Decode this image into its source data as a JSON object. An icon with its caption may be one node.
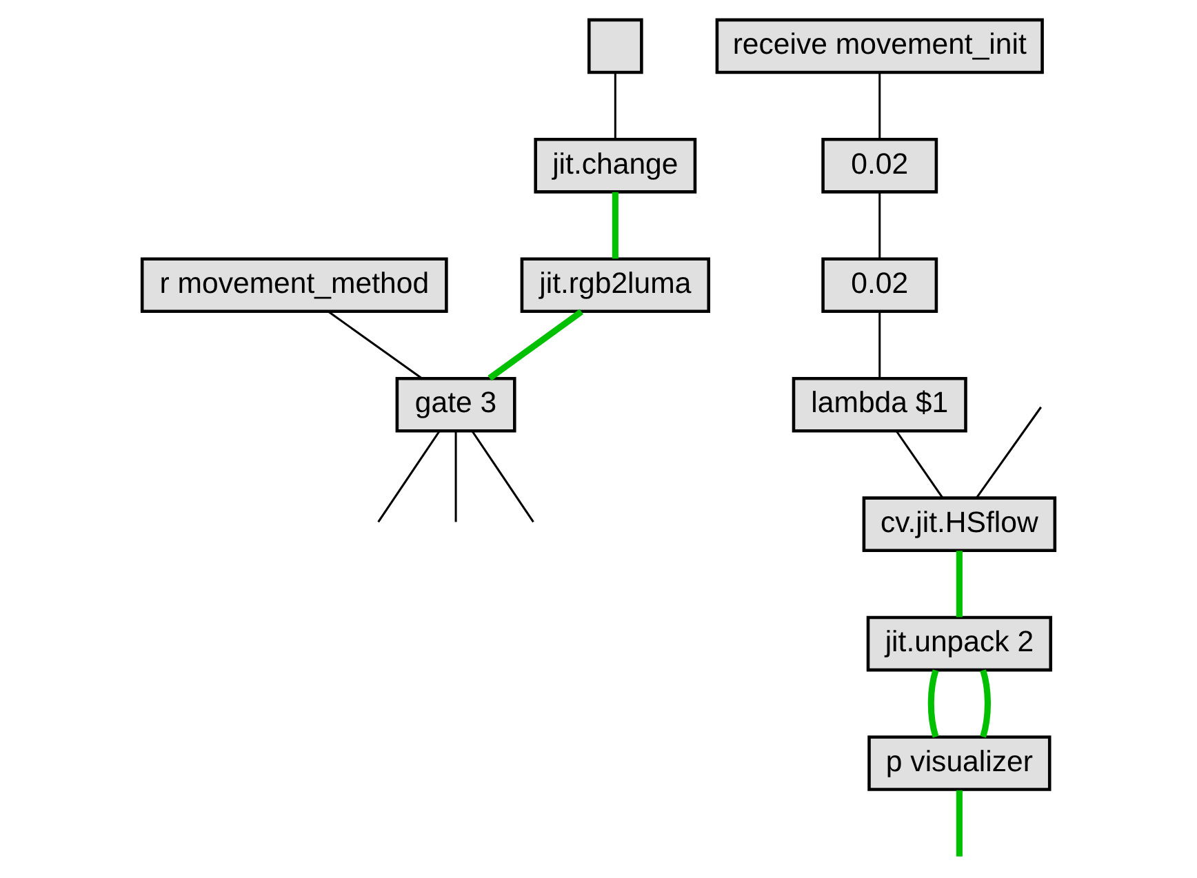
{
  "diagram": {
    "nodes": [
      {
        "text": [
          "r movement_method"
        ]
      },
      {
        "text": [],
        "shape": "box"
      },
      {
        "text": [
          "jit.change"
        ]
      },
      {
        "text": [
          "jit.rgb2luma"
        ]
      },
      {
        "text": [
          "gate 3"
        ]
      },
      {
        "text": [
          "receive movement_init"
        ]
      },
      {
        "text": [
          "0.02"
        ]
      },
      {
        "text": [
          "0.02"
        ]
      },
      {
        "text": [
          "lambda $1"
        ]
      },
      {
        "text": [
          "cv.jit.HSflow"
        ]
      },
      {
        "text": [
          "jit.unpack 2"
        ]
      },
      {
        "text": [
          "p visualizer"
        ]
      }
    ],
    "edges": [
      {
        "from": 0,
        "to": 4,
        "arrow": "none"
      },
      {
        "from": 1,
        "to": 2,
        "arrow": "none"
      },
      {
        "from": 2,
        "to": 3,
        "arrow": "none",
        "style": "thick",
        "color": "#00c000"
      },
      {
        "from": 3,
        "to": 4,
        "arrow": "none",
        "style": "thick",
        "color": "#00c000"
      },
      {
        "from": 4,
        "to": null,
        "arrow": "none"
      },
      {
        "from": 4,
        "to": null,
        "arrow": "none"
      },
      {
        "from": 4,
        "to": null,
        "arrow": "none"
      },
      {
        "from": 5,
        "to": 6,
        "arrow": "none"
      },
      {
        "from": 6,
        "to": 7,
        "arrow": "none"
      },
      {
        "from": 7,
        "to": 8,
        "arrow": "none"
      },
      {
        "from": null,
        "to": 9,
        "arrow": "none"
      },
      {
        "from": 8,
        "to": 9,
        "arrow": "none"
      },
      {
        "from": 9,
        "to": 10,
        "arrow": "none",
        "style": "thick",
        "color": "#00c000"
      },
      {
        "from": 10,
        "to": 11,
        "arrow": "none",
        "style": "thick",
        "color": "#00c000"
      },
      {
        "from": 10,
        "to": 11,
        "arrow": "none",
        "style": "thick",
        "color": "#00c000"
      },
      {
        "from": 11,
        "to": null,
        "arrow": "none",
        "style": "thick",
        "color": "#00c000"
      }
    ]
  }
}
